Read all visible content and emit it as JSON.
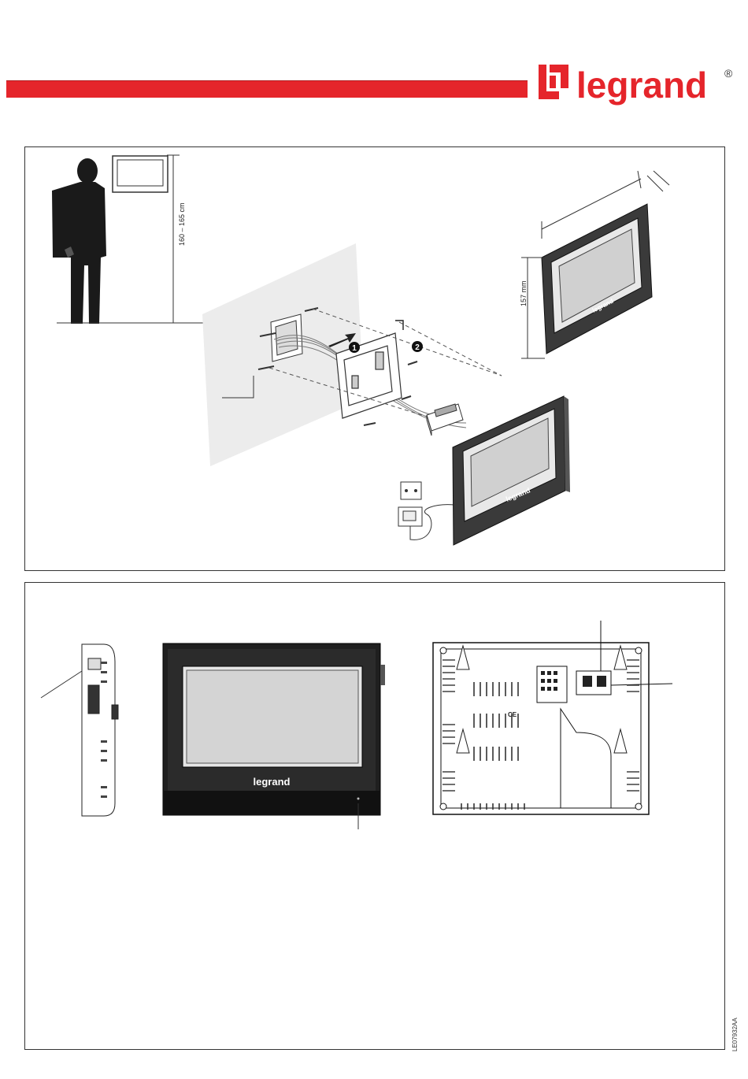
{
  "header": {
    "brand_name": "legrand",
    "registered_mark": "®",
    "accent_color": "#e5252b"
  },
  "installation_panel": {
    "mounting_height": "160 – 165 cm",
    "monitor_height": "157 mm",
    "step_1": "1",
    "step_2": "2",
    "front_logo": "legrand"
  },
  "views_panel": {
    "front_logo": "legrand",
    "back_marking": "CE"
  },
  "footer": {
    "document_code": "LE07932AA"
  }
}
